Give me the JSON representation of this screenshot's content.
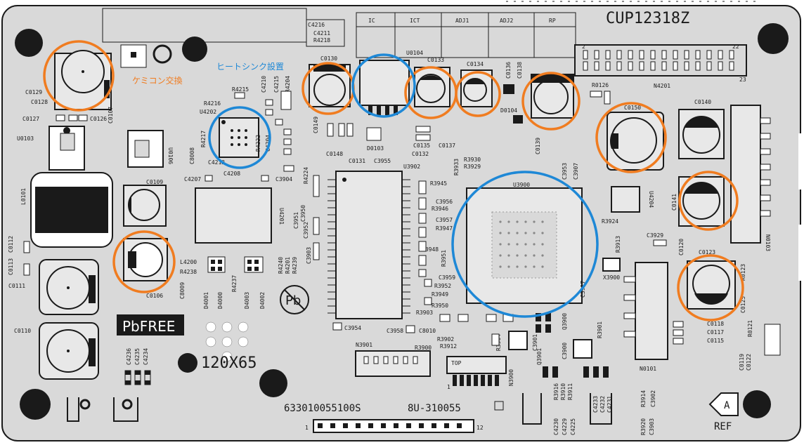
{
  "board": {
    "model": "CUP12318Z",
    "part_number": "633010055100S",
    "board_code": "8U-310055",
    "size_mark": "120X65",
    "pbfree_label": "PbFREE",
    "pb_symbol": "Pb",
    "ref_label": "REF",
    "ref_arrow_letter": "A",
    "top_label": "TOP",
    "connector_pin_start": "1",
    "connector_pin_end": "12"
  },
  "header_table": {
    "columns": [
      "IC",
      "ICT",
      "ADJ1",
      "ADJ2",
      "RP"
    ]
  },
  "annotations": [
    {
      "text": "ケミコン交換",
      "color": "#f07c20"
    },
    {
      "text": "ヒートシンク設置",
      "color": "#1e88d6"
    }
  ],
  "highlight_colors": {
    "orange": "#f07c20",
    "blue": "#1e88d6"
  },
  "labels": {
    "c4216": "C4216",
    "c4211": "C4211",
    "r4218": "R4218",
    "c0130": "C0130",
    "u0104": "U0104",
    "c0133": "C0133",
    "c0134": "C0134",
    "c0136": "C0136",
    "c0138": "C0138",
    "r0126": "R0126",
    "n4201": "N4201",
    "c0129": "C0129",
    "c0128": "C0128",
    "c0127": "C0127",
    "c0126": "C0126",
    "u0103": "U0103",
    "c0107": "C0107",
    "u0106": "U0106",
    "r4215": "R4215",
    "r4216": "R4216",
    "u4202": "U4202",
    "c4210": "C4210",
    "c4215": "C4215",
    "r4204": "R4204",
    "c4208": "C4208",
    "c4207": "C4207",
    "c3904": "C3904",
    "r4224": "R4224",
    "u4201": "U4201",
    "c0149": "C0149",
    "c0148": "C0148",
    "d0103": "D0103",
    "c0135": "C0135",
    "c0132": "C0132",
    "c0137": "C0137",
    "d0104": "D0104",
    "c0139": "C0139",
    "c0150": "C0150",
    "c0140": "C0140",
    "c0141": "C0141",
    "u4204": "U4204",
    "c0131": "C0131",
    "c3955": "C3955",
    "u3902": "U3902",
    "r3930": "R3930",
    "r3929": "R3929",
    "r3933": "R3933",
    "u3900": "U3900",
    "c3953": "C3953",
    "c3907": "C3907",
    "r3945": "R3945",
    "c3956": "C3956",
    "r3946": "R3946",
    "c3957": "C3957",
    "r3947": "R3947",
    "r3948": "R3948",
    "r3951": "R3951",
    "c3959": "C3959",
    "r3952": "R3952",
    "r3949": "R3949",
    "r3950": "R3950",
    "r3903": "R3903",
    "r3924": "R3924",
    "r3913": "R3913",
    "c3929": "C3929",
    "x3900": "X3900",
    "c3950": "C3950",
    "c3951": "C3951",
    "c3952": "C3952",
    "c3954": "C3954",
    "c3958": "C3958",
    "c8010": "C8010",
    "r3902": "R3902",
    "r3912": "R3912",
    "r3904": "R3904",
    "r3900": "R3900",
    "n3901": "N3901",
    "n3900": "N3900",
    "c3901": "C3901",
    "c3900": "C3900",
    "c3917": "C3917",
    "r3901": "R3901",
    "l0101": "L0101",
    "c0109": "C0109",
    "c0112": "C0112",
    "c0113": "C0113",
    "c0111": "C0111",
    "c0106": "C0106",
    "c0110": "C0110",
    "l4200": "L4200",
    "r4238": "R4238",
    "c8009": "C8009",
    "c8008": "C8008",
    "d4001": "D4001",
    "d4000": "D4000",
    "r4237": "R4237",
    "d4003": "D4003",
    "d4002": "D4002",
    "r4240": "R4240",
    "r4201": "R4201",
    "r4239": "R4239",
    "c4236": "C4236",
    "c4235": "C4235",
    "c4234": "C4234",
    "c0120": "C0120",
    "c0123": "C0123",
    "r0123": "R0123",
    "c0125": "C0125",
    "c0118": "C0118",
    "c0117": "C0117",
    "c0115": "C0115",
    "r0121": "R0121",
    "c0119": "C0119",
    "c0122": "C0122",
    "n0101": "N0101",
    "n0103": "N0103",
    "r3916": "R3916",
    "r3910": "R3910",
    "r3911": "R3911",
    "c4230": "C4230",
    "c4229": "C4229",
    "c4225": "C4225",
    "c4233": "C4233",
    "c4232": "C4232",
    "c4231": "C4231",
    "r3914": "R3914",
    "c3902": "C3902",
    "r3920": "R3920",
    "c3903": "C3903",
    "q3900": "Q3900",
    "q3901": "Q3901",
    "r4217": "R4217",
    "r4222": "R4222",
    "c4212": "C4212",
    "c4204": "C4204",
    "conn_pin_2": "2",
    "conn_pin_22": "22",
    "conn_pin_23": "23",
    "one": "1"
  }
}
